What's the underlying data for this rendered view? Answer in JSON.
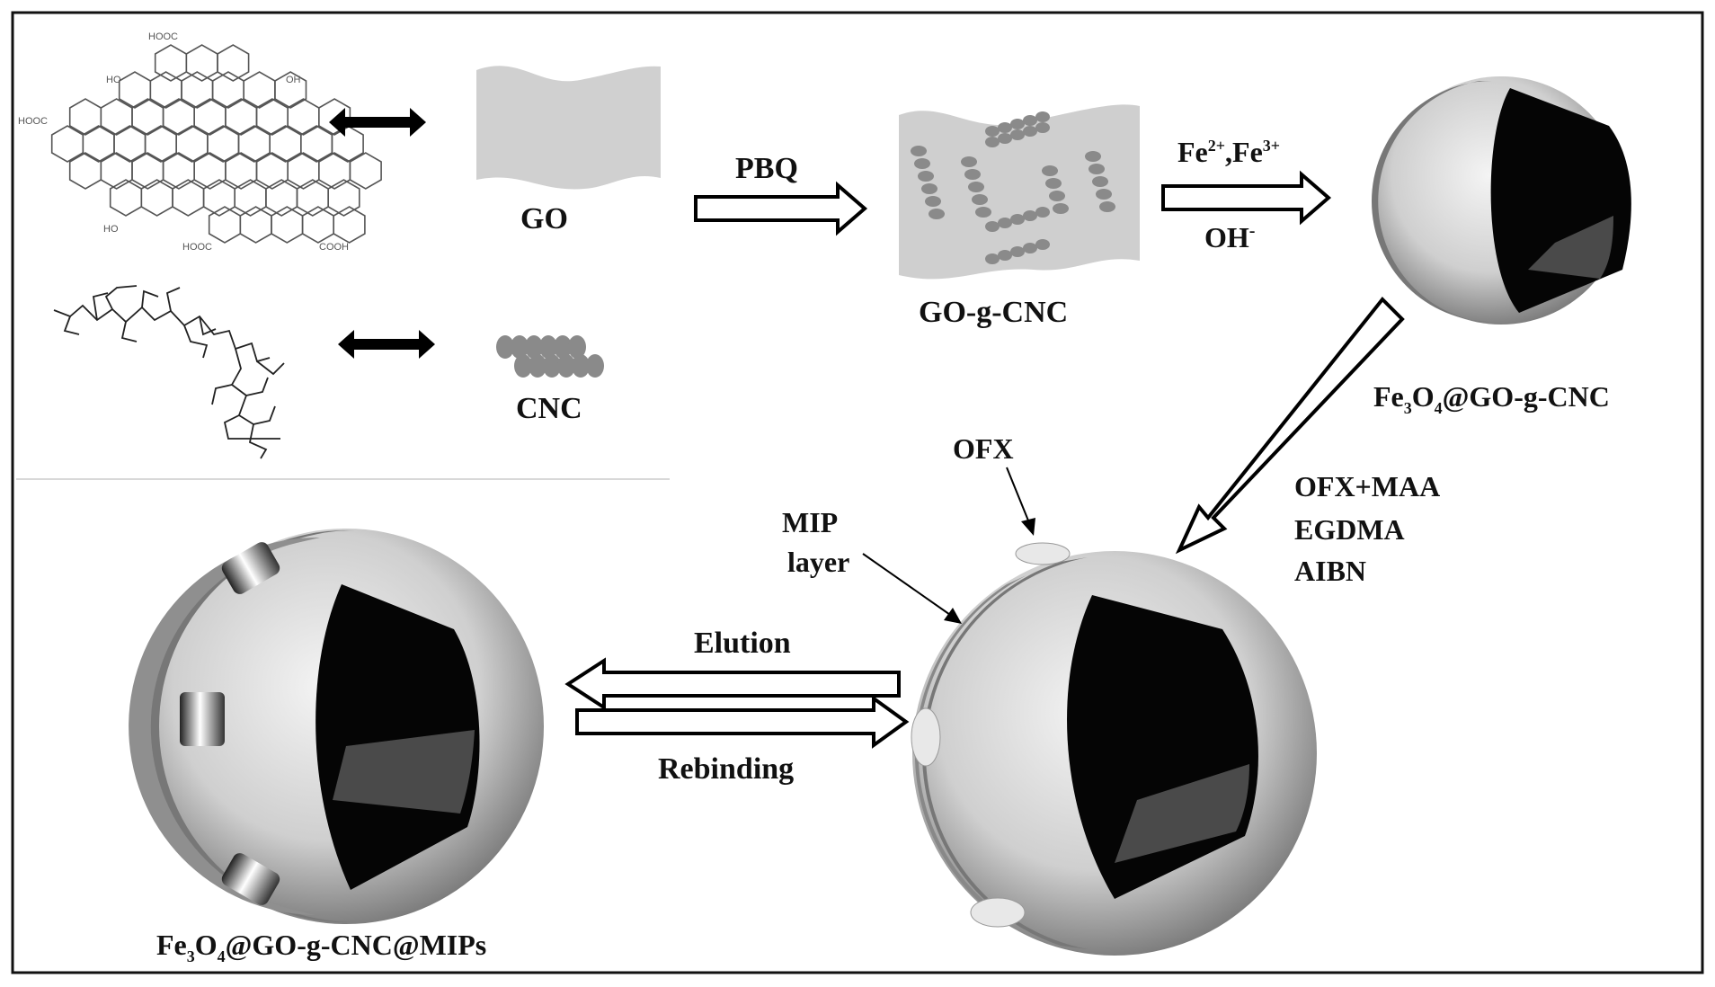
{
  "labels": {
    "go": "GO",
    "cnc": "CNC",
    "pbq": "PBQ",
    "go_g_cnc": "GO-g-CNC",
    "fe_ions_a": "Fe",
    "fe_ions_a_sup": "2+",
    "fe_ions_sep": ",Fe",
    "fe_ions_b_sup": "3+",
    "oh": "OH",
    "oh_sup": "-",
    "fe3o4_go_prefix": "Fe",
    "fe3o4_go_sub1": "3",
    "fe3o4_go_o": "O",
    "fe3o4_go_sub2": "4",
    "fe3o4_go_rest": "@GO-g-CNC",
    "ofx": "OFX",
    "reagent_1": "OFX+MAA",
    "reagent_2": "EGDMA",
    "reagent_3": "AIBN",
    "mip_line1": "MIP",
    "mip_line2": "layer",
    "elution": "Elution",
    "rebinding": "Rebinding",
    "mips_prefix": "Fe",
    "mips_sub1": "3",
    "mips_o": "O",
    "mips_sub2": "4",
    "mips_rest": "@GO-g-CNC@MIPs"
  },
  "chem_labels": {
    "hooc_top": "HOOC",
    "ho_left": "HO",
    "oh_right": "OH",
    "hooc_left": "HOOC",
    "ho_bottom": "HO",
    "hooc_bottom": "HOOC",
    "cooh": "COOH"
  },
  "colors": {
    "shell_light": "#d8d8d8",
    "shell_mid": "#a9a9a9",
    "core": "#050505",
    "core_wedge": "#4a4a4a",
    "go_sheet": "#d0d0d0",
    "cnc_bead": "#8a8a8a"
  }
}
